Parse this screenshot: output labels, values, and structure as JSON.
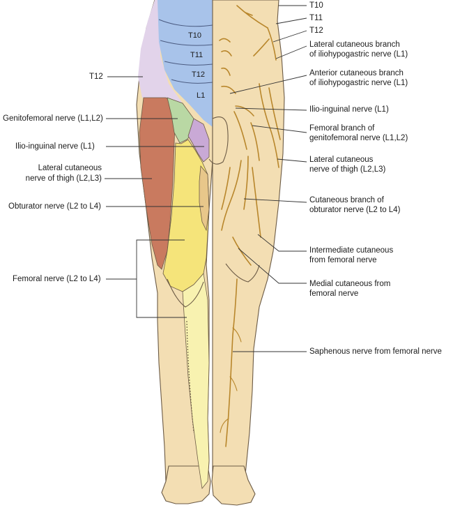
{
  "colors": {
    "skin": "#f3deb3",
    "thoracic_blue": "#a8c3ea",
    "t12_lilac": "#e2d3ea",
    "genitofemoral_green": "#b9d8a4",
    "ilioinguinal_purple": "#c9a9d6",
    "lateral_cutaneous_red": "#c97a5f",
    "femoral_yellow": "#f5e47a",
    "saphenous_pale_yellow": "#f8f2b0",
    "nerve_gold": "#b8862b"
  },
  "dermatome_labels": [
    "T10",
    "T11",
    "T12",
    "L1"
  ],
  "left_labels": {
    "t12": "T12",
    "genitofemoral": "Genitofemoral nerve (L1,L2)",
    "ilioinguinal": "Ilio-inguinal nerve (L1)",
    "lateral_cutaneous_1": "Lateral cutaneous",
    "lateral_cutaneous_2": "nerve of thigh (L2,L3)",
    "obturator": "Obturator nerve (L2 to L4)",
    "femoral": "Femoral nerve (L2 to L4)"
  },
  "right_labels": {
    "t10": "T10",
    "t11": "T11",
    "t12": "T12",
    "lat_iliohypo_1": "Lateral cutaneous branch",
    "lat_iliohypo_2": "of iliohypogastric nerve (L1)",
    "ant_iliohypo_1": "Anterior cutaneous branch",
    "ant_iliohypo_2": "of iliohypogastric nerve (L1)",
    "ilioinguinal": "Ilio-inguinal nerve (L1)",
    "femoral_branch_1": "Femoral branch of",
    "femoral_branch_2": "genitofemoral nerve (L1,L2)",
    "lat_cut_thigh_1": "Lateral cutaneous",
    "lat_cut_thigh_2": "nerve of thigh (L2,L3)",
    "cut_obturator_1": "Cutaneous branch of",
    "cut_obturator_2": "obturator nerve (L2 to L4)",
    "intermediate_1": "Intermediate cutaneous",
    "intermediate_2": "from femoral nerve",
    "medial_1": "Medial cutaneous from",
    "medial_2": "femoral nerve",
    "saphenous": "Saphenous nerve from femoral nerve"
  }
}
